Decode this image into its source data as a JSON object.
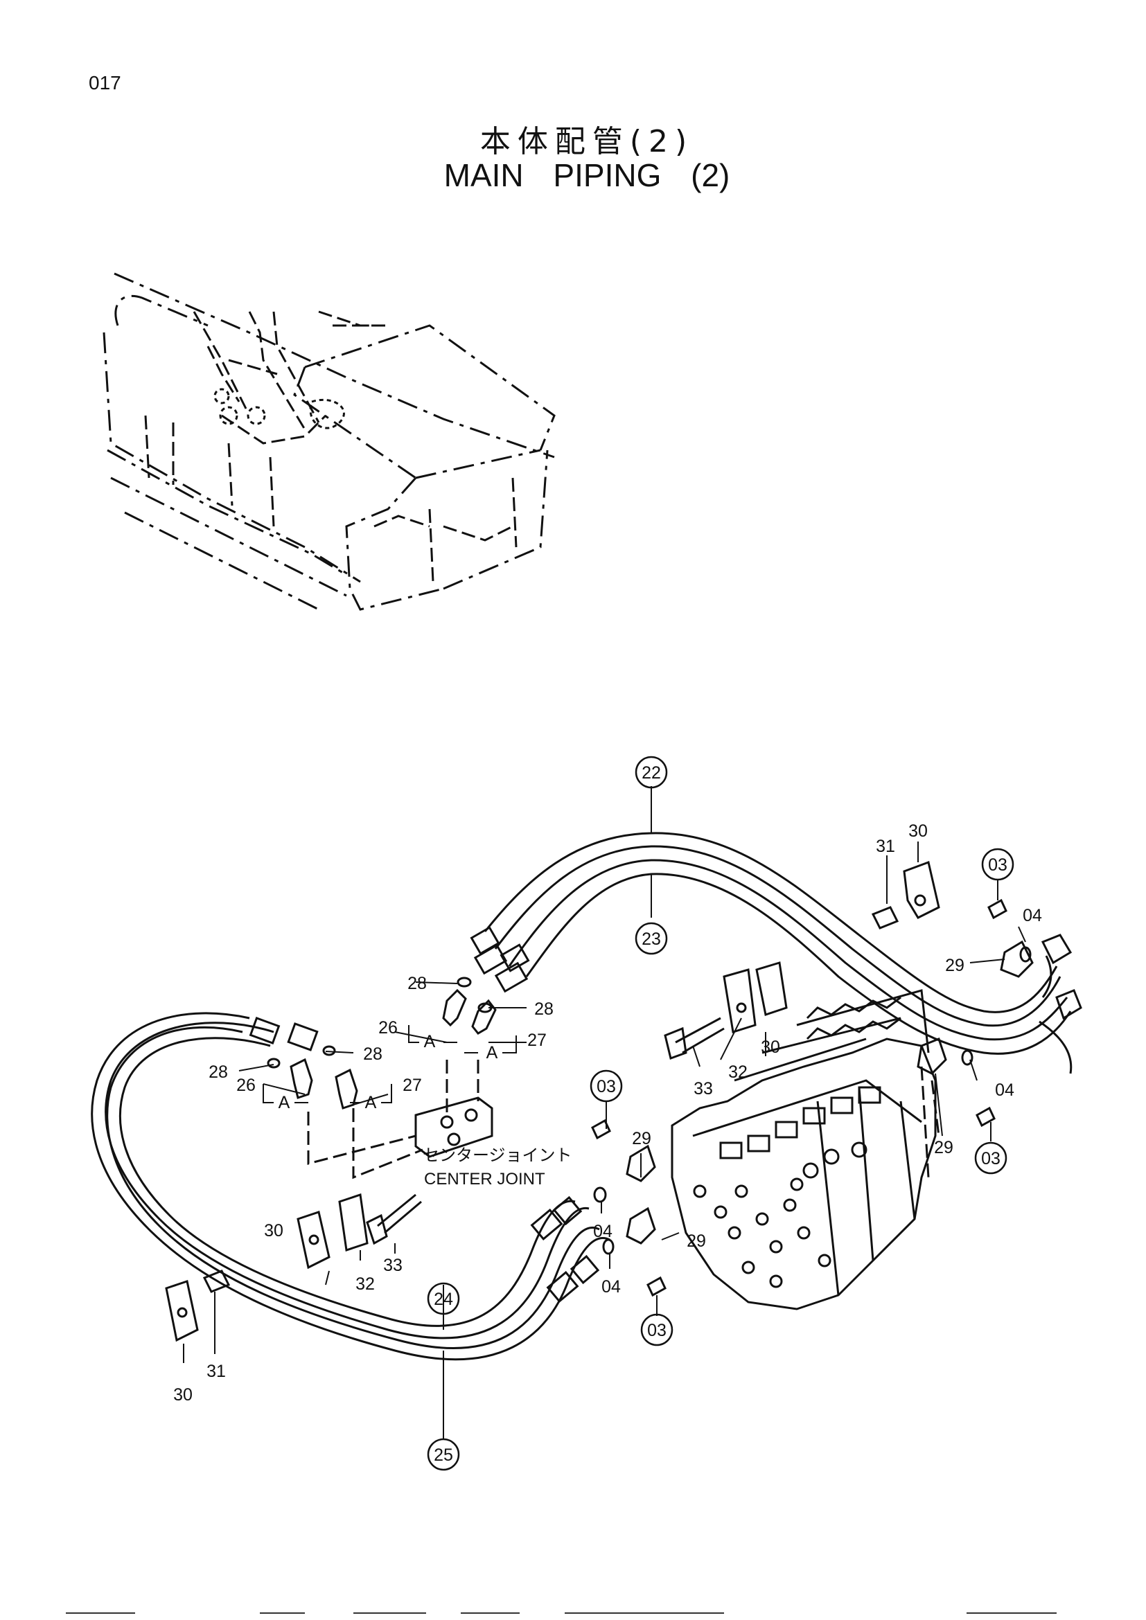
{
  "page": {
    "number": "017",
    "title_jp": "本体配管(2)",
    "title_en": "MAIN   PIPING (2)"
  },
  "center_joint": {
    "label_jp": "センタージョイント",
    "label_en": "CENTER JOINT"
  },
  "view_marker": "A",
  "part_labels": {
    "p22": "22",
    "p23": "23",
    "p24": "24",
    "p25": "25",
    "p03a": "03",
    "p03b": "03",
    "p03c": "03",
    "p03d": "03",
    "p04a": "04",
    "p04b": "04",
    "p04c": "04",
    "p04d": "04",
    "p26a": "26",
    "p26b": "26",
    "p27a": "27",
    "p27b": "27",
    "p28a": "28",
    "p28b": "28",
    "p28c": "28",
    "p28d": "28",
    "p29a": "29",
    "p29b": "29",
    "p29c": "29",
    "p29d": "29",
    "p30a": "30",
    "p30b": "30",
    "p30c": "30",
    "p30d": "30",
    "p31a": "31",
    "p31b": "31",
    "p32a": "32",
    "p32b": "32",
    "p33a": "33",
    "p33b": "33"
  }
}
